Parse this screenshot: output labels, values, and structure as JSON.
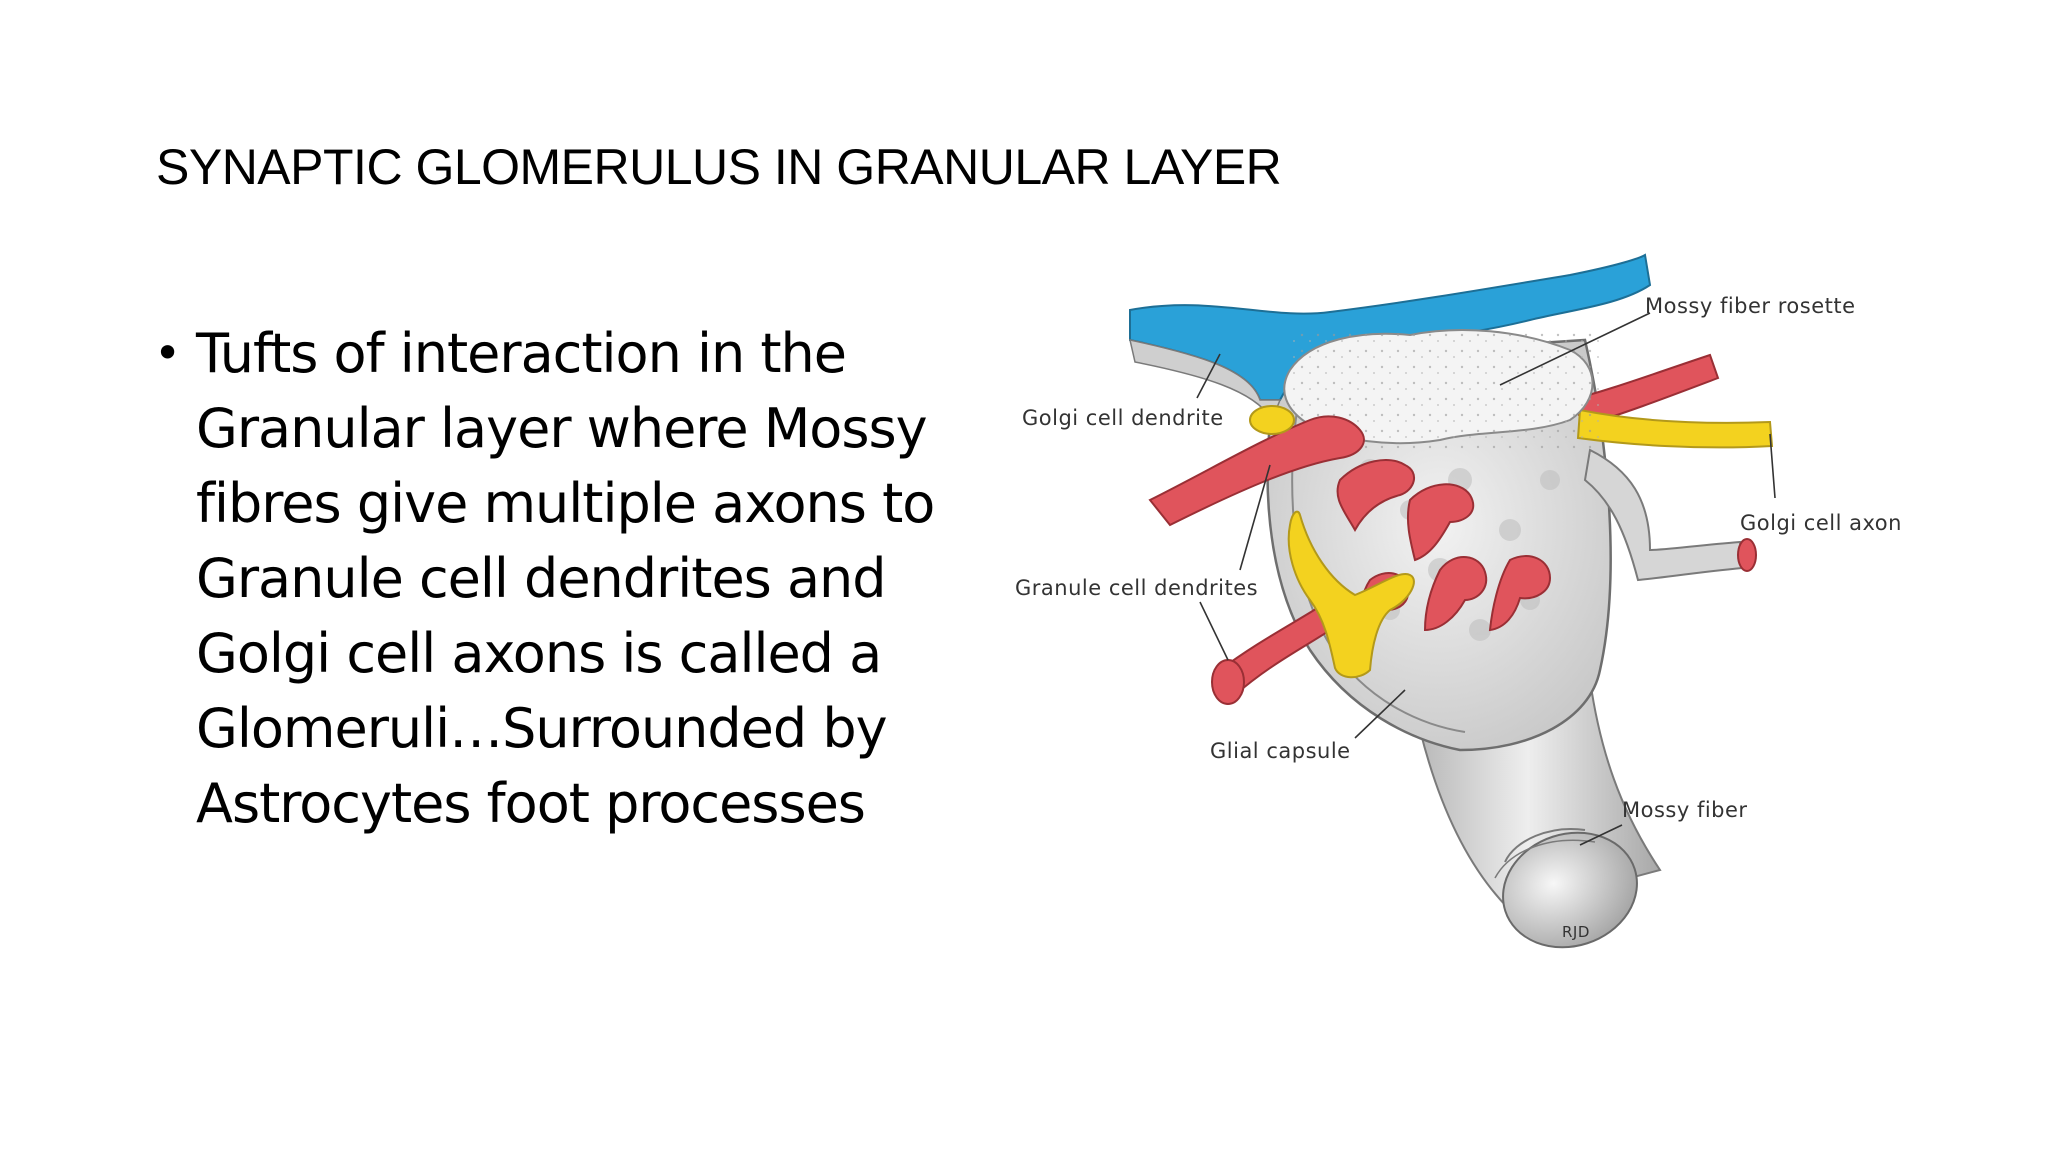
{
  "slide": {
    "title": "SYNAPTIC GLOMERULUS IN GRANULAR LAYER",
    "bullets": [
      {
        "symbol": "•",
        "lines": [
          "Tufts of interaction in the",
          "Granular layer where Mossy",
          "fibres give multiple axons to",
          "Granule cell dendrites and",
          "Golgi cell axons is called a",
          "Glomeruli…Surrounded by",
          "Astrocytes foot processes"
        ]
      }
    ]
  },
  "diagram": {
    "labels": {
      "mossy_fiber_rosette": "Mossy fiber rosette",
      "golgi_cell_dendrite": "Golgi cell dendrite",
      "golgi_cell_axon": "Golgi cell axon",
      "granule_cell_dendrites": "Granule cell dendrites",
      "glial_capsule": "Glial capsule",
      "mossy_fiber": "Mossy fiber",
      "signature": "RJD"
    },
    "colors": {
      "golgi_dendrite_blue": "#2aa1d8",
      "granule_dendrite_red": "#e0545c",
      "golgi_axon_yellow": "#f3d21f",
      "glial_grey": "#d9d9d9",
      "rosette_white": "#f4f4f4"
    }
  }
}
